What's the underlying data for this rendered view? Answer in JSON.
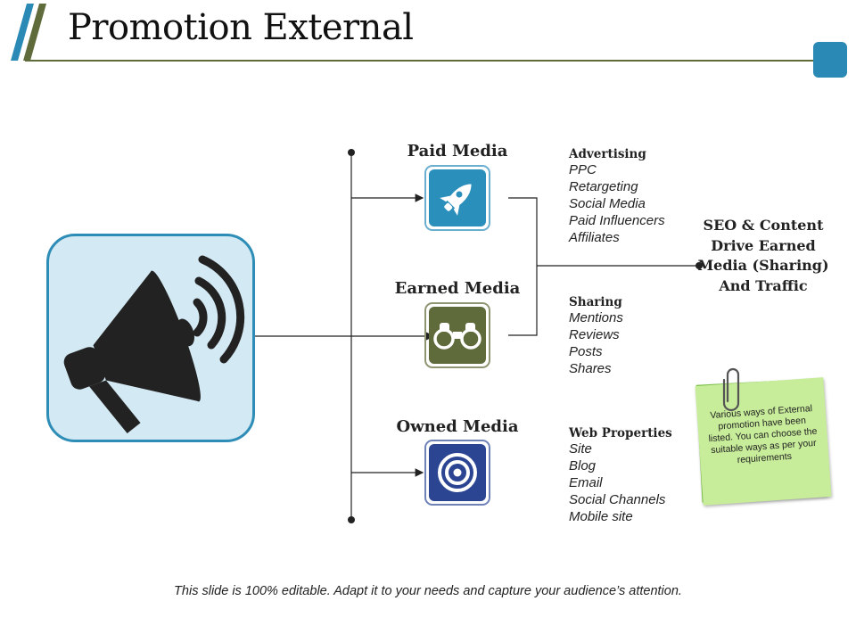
{
  "title": "Promotion External",
  "icons": {
    "main": "megaphone-icon",
    "paid": "rocket-icon",
    "earned": "binoculars-icon",
    "owned": "target-icon",
    "note_clip": "paperclip-icon"
  },
  "colors": {
    "accent_blue": "#2a8ab5",
    "title_rule": "#5f6b3a",
    "paid_box": "#2b8fbb",
    "earned_box": "#5f6b3a",
    "owned_box": "#2b4593",
    "main_icon_bg": "#d3e9f3",
    "note_green": "#c7ec9a"
  },
  "media": [
    {
      "label": "Paid Media",
      "list_heading": "Advertising",
      "items": [
        "PPC",
        "Retargeting",
        "Social Media",
        "Paid Influencers",
        "Affiliates"
      ]
    },
    {
      "label": "Earned Media",
      "list_heading": "Sharing",
      "items": [
        "Mentions",
        "Reviews",
        "Posts",
        "Shares"
      ]
    },
    {
      "label": "Owned Media",
      "list_heading": "Web Properties",
      "items": [
        "Site",
        "Blog",
        "Email",
        "Social Channels",
        "Mobile site"
      ]
    }
  ],
  "seo_text": "SEO & Content Drive Earned Media (Sharing) And Traffic",
  "note_text": "Various ways of External promotion have been listed. You can choose the suitable ways as per your requirements",
  "footer": "This slide is 100% editable. Adapt it to your needs and capture your audience’s attention."
}
